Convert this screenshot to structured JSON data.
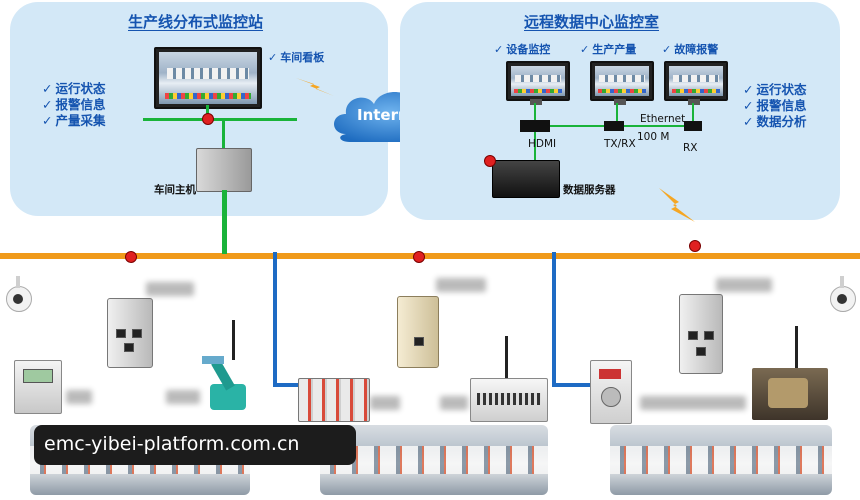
{
  "colors": {
    "panel_bg": "#d3e8f7",
    "title_blue": "#1554b0",
    "bus_orange": "#f09a1a",
    "green_link": "#19b33a",
    "blue_link": "#1e6bc4",
    "node_red": "#e02020",
    "lightning": "#f5a623",
    "cloud": "#2f7fd0"
  },
  "left_panel": {
    "title": "生产线分布式监控站",
    "features": [
      "运行状态",
      "报警信息",
      "产量采集"
    ],
    "board_label": "车间看板",
    "host_label": "车间主机"
  },
  "internet": {
    "label": "Internet"
  },
  "right_panel": {
    "title": "远程数据中心监控室",
    "monitors": [
      "设备监控",
      "生产产量",
      "故障报警"
    ],
    "features": [
      "运行状态",
      "报警信息",
      "数据分析"
    ],
    "link_labels": {
      "hdmi": "HDMI",
      "txrx": "TX/RX",
      "ethernet": "Ethernet",
      "speed": "100 M",
      "rx": "RX"
    },
    "server_label": "数据服务器"
  },
  "icons": {
    "check": "checkmark-icon",
    "camera": "security-camera-icon",
    "cloud": "cloud-icon",
    "lightning": "lightning-bolt-icon",
    "antenna": "antenna-icon"
  },
  "watermark": {
    "text": "emc-yibei-platform.com.cn"
  }
}
